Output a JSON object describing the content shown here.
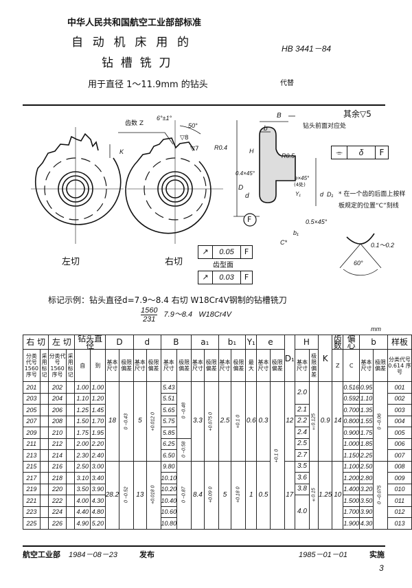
{
  "header": {
    "org": "中华人民共和国航空工业部部标准",
    "title_line1": "自  动  机  床  用  的",
    "title_line2": "钻  槽  铣  刀",
    "subtitle": "用于直径 1～11.9mm 的钻头",
    "std_no": "HB 3441－84",
    "replaces": "代替"
  },
  "drawing": {
    "roughness_note": "其余▽5",
    "teeth_label": "齿数 Z",
    "angle1": "6°±1°",
    "angle2": "50°",
    "rough8": "▽8",
    "rough7": "▽7",
    "k_label": "K",
    "r04": "R0.4",
    "r05": "R0.5",
    "left_cut": "左切",
    "right_cut": "右切",
    "h_label": "H",
    "chamfer1": "0.4×45°",
    "D_label": "D",
    "d_label": "d",
    "F_label": "F",
    "B_label": "B",
    "b_label": "b",
    "b1_label": "b₁",
    "c_label": "C*",
    "drill_face_note": "钻头前面对应处",
    "chamfer2": "e×45°",
    "chamfer2_note": "(4处)",
    "Y1_label": "Y₁",
    "d1_label": "d",
    "D1_label": "D₁",
    "chamfer3": "0.5×45°",
    "sym_tol": {
      "symbol": "⌯",
      "value": "δ",
      "datum": "F"
    },
    "runout1": {
      "symbol": "↗",
      "value": "0.05",
      "datum": "F"
    },
    "profile_label": "齿型面",
    "runout2": {
      "symbol": "↗",
      "value": "0.03",
      "datum": "F"
    },
    "note_line1": "* 在一个齿的后面上按样",
    "note_line2": "板规定的位置“C”刻线",
    "detail_tol": "0.1～0.2",
    "detail_angle": "60°"
  },
  "marking": {
    "example": "标记示例：钻头直径d=7.9～8.4 右切  W18Cr4V钢制的钻槽铣刀",
    "code_num": "1560",
    "code_den": "231",
    "code_rest": "7.9～8.4   W18Cr4V"
  },
  "table": {
    "unit": "mm",
    "h1": [
      "右  切",
      "左  切",
      "钻头直径",
      "D",
      "d",
      "B",
      "a₁",
      "b₁",
      "Y₁",
      "e",
      "D₁",
      "H",
      "K",
      "齿数",
      "偏心",
      "b",
      "样板"
    ],
    "h2": {
      "code": "分类代号 1560 序号",
      "mark": "采用标记",
      "from": "自",
      "to": "到",
      "basic": "基本尺寸",
      "dev": "极限偏差",
      "ymax": "最大",
      "z": "Z",
      "c": "C",
      "template": "分类代号 0.614 序号"
    },
    "right_no": [
      "201",
      "203",
      "205",
      "207",
      "209",
      "211",
      "213",
      "215",
      "217",
      "219",
      "221",
      "223",
      "225"
    ],
    "left_no": [
      "202",
      "204",
      "206",
      "208",
      "210",
      "212",
      "214",
      "216",
      "218",
      "220",
      "222",
      "224",
      "226"
    ],
    "dia_from": [
      "1.00",
      "1.10",
      "1.25",
      "1.50",
      "1.75",
      "2.00",
      "2.30",
      "2.50",
      "3.10",
      "3.50",
      "4.00",
      "4.40",
      "4.90"
    ],
    "dia_to": [
      "1.00",
      "1.20",
      "1.45",
      "1.70",
      "1.95",
      "2.20",
      "2.40",
      "3.00",
      "3.40",
      "3.90",
      "4.30",
      "4.80",
      "5.20"
    ],
    "B_basic": [
      "5.43",
      "5.51",
      "5.65",
      "5.75",
      "5.85",
      "6.25",
      "6.50",
      "9.80",
      "10.10",
      "10.20",
      "10.40",
      "10.60",
      "10.80"
    ],
    "C": [
      "0.516",
      "0.592",
      "0.700",
      "0.800",
      "0.900",
      "1.000",
      "1.150",
      "1.100",
      "1.200",
      "1.400",
      "1.500",
      "1.700",
      "1.900"
    ],
    "b_basic": [
      "0.95",
      "1.10",
      "1.35",
      "1.55",
      "1.75",
      "1.85",
      "2.25",
      "2.50",
      "2.80",
      "3.20",
      "3.50",
      "3.90",
      "4.30"
    ],
    "template_no": [
      "001",
      "002",
      "003",
      "004",
      "005",
      "006",
      "007",
      "008",
      "009",
      "010",
      "011",
      "012",
      "013"
    ],
    "groups": {
      "D_basic": [
        {
          "rows": 7,
          "v": "18"
        },
        {
          "rows": 6,
          "v": "28.2"
        }
      ],
      "D_dev": [
        {
          "rows": 7,
          "v": "0 −0.43"
        },
        {
          "rows": 6,
          "v": "0 −0.52"
        }
      ],
      "d_basic": [
        {
          "rows": 7,
          "v": "5"
        },
        {
          "rows": 6,
          "v": "13"
        }
      ],
      "d_dev": [
        {
          "rows": 7,
          "v": "+0.012 0"
        },
        {
          "rows": 6,
          "v": "+0.018 0"
        }
      ],
      "B_dev": [
        {
          "rows": 5,
          "v": "0 −0.48"
        },
        {
          "rows": 2,
          "v": "0 −0.58"
        },
        {
          "rows": 6,
          "v": "0 −0.87"
        }
      ],
      "a1_basic": [
        {
          "rows": 7,
          "v": "3.3"
        },
        {
          "rows": 6,
          "v": "8.4"
        }
      ],
      "a1_dev": [
        {
          "rows": 7,
          "v": "+0.075 0"
        },
        {
          "rows": 6,
          "v": "+0.09 0"
        }
      ],
      "b1_basic": [
        {
          "rows": 7,
          "v": "2.5"
        },
        {
          "rows": 6,
          "v": "5"
        }
      ],
      "b1_dev": [
        {
          "rows": 7,
          "v": "+0.1 0"
        },
        {
          "rows": 6,
          "v": "+0.18 0"
        }
      ],
      "Y1": [
        {
          "rows": 7,
          "v": "0.6"
        },
        {
          "rows": 6,
          "v": "1"
        }
      ],
      "e_basic": [
        {
          "rows": 7,
          "v": "0.3"
        },
        {
          "rows": 6,
          "v": "0.5"
        }
      ],
      "e_dev": [
        {
          "rows": 13,
          "v": "+0.1 0"
        }
      ],
      "D1": [
        {
          "rows": 7,
          "v": "12"
        },
        {
          "rows": 6,
          "v": "17"
        }
      ],
      "H_basic": [
        {
          "rows": 2,
          "v": "2.0"
        },
        {
          "rows": 1,
          "v": "2.1"
        },
        {
          "rows": 1,
          "v": "2.2"
        },
        {
          "rows": 1,
          "v": "2.4"
        },
        {
          "rows": 1,
          "v": "2.5"
        },
        {
          "rows": 1,
          "v": "2.7"
        },
        {
          "rows": 1,
          "v": "3.5"
        },
        {
          "rows": 1,
          "v": "3.6"
        },
        {
          "rows": 1,
          "v": "3.8"
        },
        {
          "rows": 3,
          "v": "4.0"
        }
      ],
      "H_dev": [
        {
          "rows": 7,
          "v": "±0.125"
        },
        {
          "rows": 6,
          "v": "±0.15"
        }
      ],
      "K": [
        {
          "rows": 7,
          "v": "0.9"
        },
        {
          "rows": 6,
          "v": "1.25"
        }
      ],
      "Z": [
        {
          "rows": 7,
          "v": "14"
        },
        {
          "rows": 6,
          "v": "10"
        }
      ],
      "b_dev": [
        {
          "rows": 7,
          "v": "0 −0.06"
        },
        {
          "rows": 6,
          "v": "0 −0.075"
        }
      ]
    }
  },
  "footer": {
    "issuer": "航空工业部",
    "issue_date": "1984－08－23",
    "issue_label": "发布",
    "effective_date": "1985－01－01",
    "effective_label": "实施",
    "page": "3"
  }
}
